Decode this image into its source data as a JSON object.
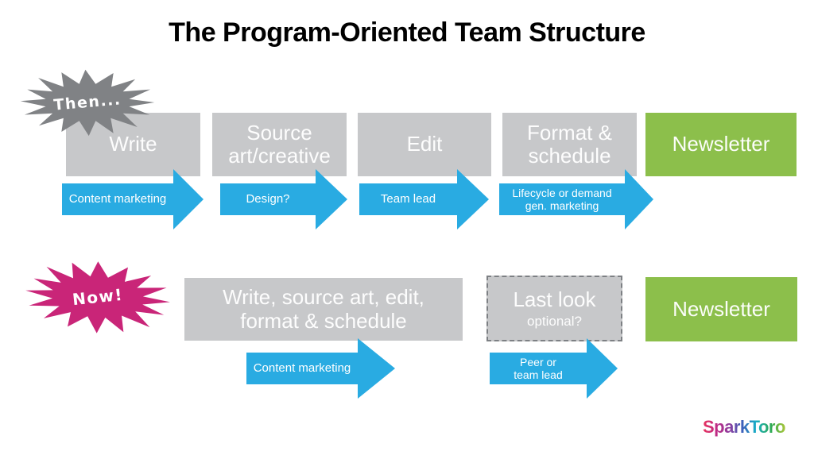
{
  "title": "The Program-Oriented Team Structure",
  "then_row": {
    "badge": "Then...",
    "boxes": [
      {
        "label": "Write"
      },
      {
        "label": "Source art/creative"
      },
      {
        "label": "Edit"
      },
      {
        "label": "Format & schedule"
      },
      {
        "label": "Newsletter"
      }
    ],
    "arrows": [
      {
        "label": "Content marketing"
      },
      {
        "label": "Design?"
      },
      {
        "label": "Team lead"
      },
      {
        "label": "Lifecycle or demand gen. marketing"
      }
    ]
  },
  "now_row": {
    "badge": "Now!",
    "boxes": [
      {
        "label": "Write, source art, edit, format & schedule"
      },
      {
        "label": "Last look",
        "sublabel": "optional?"
      },
      {
        "label": "Newsletter"
      }
    ],
    "arrows": [
      {
        "label": "Content marketing"
      },
      {
        "label": "Peer or team lead"
      }
    ]
  },
  "logo": {
    "text": "SparkToro"
  },
  "colors": {
    "arrow_blue": "#29abe2",
    "box_gray": "#c7c8ca",
    "newsletter_green": "#8cbf4b",
    "then_badge_gray": "#808285",
    "now_badge_pink": "#c92578",
    "title_black": "#000000"
  }
}
